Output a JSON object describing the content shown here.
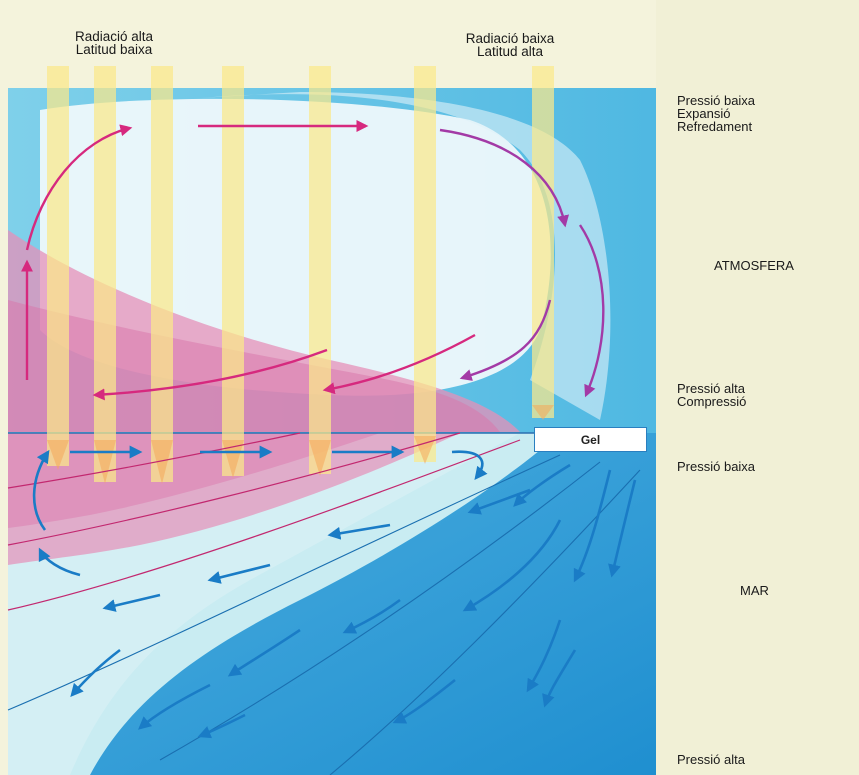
{
  "top_labels": {
    "left": {
      "line1": "Radiació alta",
      "line2": "Latitud baixa"
    },
    "right": {
      "line1": "Radiació baixa",
      "line2": "Latitud alta"
    }
  },
  "right_labels": {
    "top_pressure": [
      "Pressió baixa",
      "Expansió",
      "Refredament"
    ],
    "atmosphere": "ATMOSFERA",
    "mid_pressure": [
      "Pressió alta",
      "Compressió"
    ],
    "sea_top_pressure": "Pressió baixa",
    "sea": "MAR",
    "bottom_pressure": "Pressió alta"
  },
  "ice_label": "Gel",
  "colors": {
    "background": "#f4f3dc",
    "atmosphere_blue": "#5cc2e4",
    "cloud_white": "#eef8fb",
    "warm_pink": "#e690b8",
    "sun_beam": "#fbe98a",
    "sea_light": "#c9ecf2",
    "sea_deep": "#2f9fd6",
    "air_arrow": "#d6297e",
    "water_arrow": "#1a7cc6"
  }
}
